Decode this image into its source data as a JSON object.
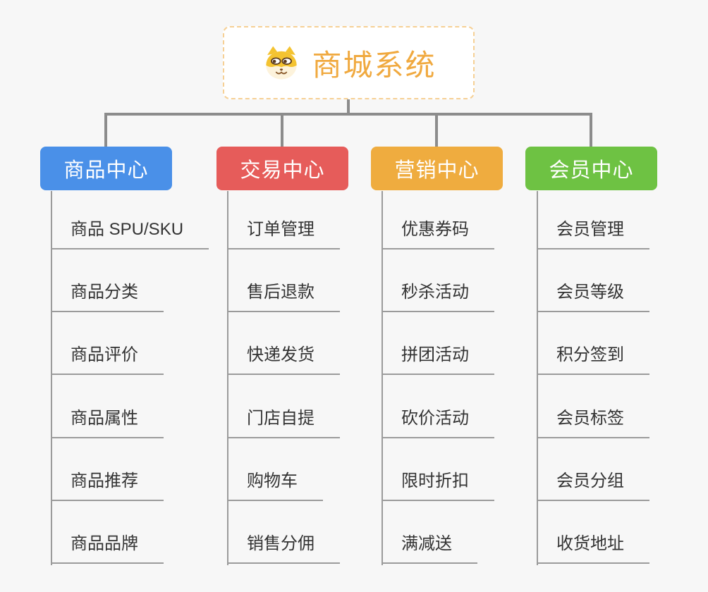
{
  "app": {
    "background_color": "#f7f7f7",
    "connector_color": "#8c8c8c",
    "leaf_line_color": "#9b9b9b",
    "leaf_text_color": "#333333"
  },
  "root": {
    "title": "商城系统",
    "text_color": "#f0a93f",
    "border_color": "#f6d095",
    "icon": "dog-face-icon"
  },
  "branches": [
    {
      "label": "商品中心",
      "color": "#4a90e8",
      "items": [
        "商品 SPU/SKU",
        "商品分类",
        "商品评价",
        "商品属性",
        "商品推荐",
        "商品品牌"
      ]
    },
    {
      "label": "交易中心",
      "color": "#e65c5a",
      "items": [
        "订单管理",
        "售后退款",
        "快递发货",
        "门店自提",
        "购物车",
        "销售分佣"
      ]
    },
    {
      "label": "营销中心",
      "color": "#efac3f",
      "items": [
        "优惠券码",
        "秒杀活动",
        "拼团活动",
        "砍价活动",
        "限时折扣",
        "满减送"
      ]
    },
    {
      "label": "会员中心",
      "color": "#6ec243",
      "items": [
        "会员管理",
        "会员等级",
        "积分签到",
        "会员标签",
        "会员分组",
        "收货地址"
      ]
    }
  ]
}
